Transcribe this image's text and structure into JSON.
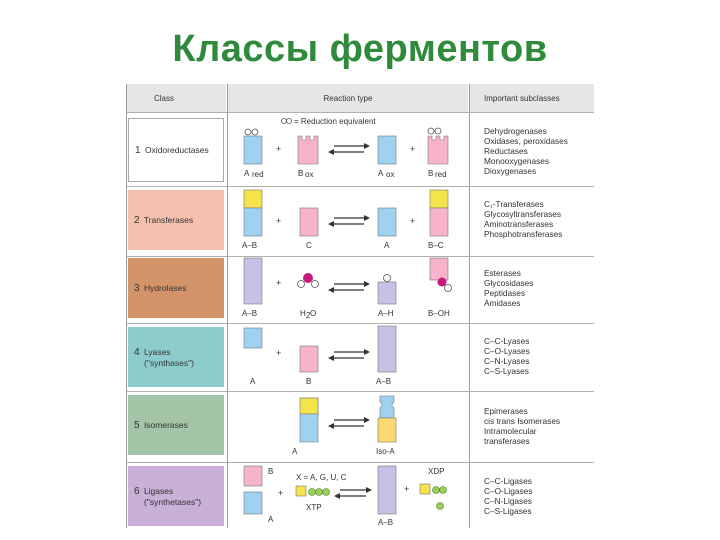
{
  "title": "Классы ферментов",
  "header": {
    "col1": "Class",
    "col2": "Reaction type",
    "col3": "Important subclasses"
  },
  "legend": "= Reduction equivalent",
  "classes": [
    {
      "num": "1",
      "name": "Oxidoreductases",
      "sub": "",
      "color": "#ffffff",
      "labels": [
        "A",
        "red",
        "B",
        "ox",
        "A",
        "ox",
        "B",
        "red"
      ],
      "subclasses": [
        "Dehydrogenases",
        "Oxidases, peroxidases",
        "Reductases",
        "Monooxygenases",
        "Dioxygenases"
      ]
    },
    {
      "num": "2",
      "name": "Transferases",
      "sub": "",
      "color": "#f5c0ae",
      "labels": [
        "A–B",
        "C",
        "A",
        "B–C"
      ],
      "subclasses": [
        "C₁-Transferases",
        "Glycosyltransferases",
        "Aminotransferases",
        "Phosphotransferases"
      ]
    },
    {
      "num": "3",
      "name": "Hydrolases",
      "sub": "",
      "color": "#d4946a",
      "labels": [
        "A–B",
        "H",
        "2",
        "O",
        "A–H",
        "B–OH"
      ],
      "subclasses": [
        "Esterases",
        "Glycosidases",
        "Peptidases",
        "Amidases"
      ]
    },
    {
      "num": "4",
      "name": "Lyases",
      "sub": "(\"synthases\")",
      "color": "#8dcccc",
      "labels": [
        "A",
        "B",
        "A–B"
      ],
      "subclasses": [
        "C–C-Lyases",
        "C–O-Lyases",
        "C–N-Lyases",
        "C–S-Lyases"
      ]
    },
    {
      "num": "5",
      "name": "Isomerases",
      "sub": "",
      "color": "#a3c4a6",
      "labels": [
        "A",
        "Iso-A"
      ],
      "subclasses": [
        "Epimerases",
        "cis trans Isomerases",
        "Intramolecular",
        "transferases"
      ]
    },
    {
      "num": "6",
      "name": "Ligases",
      "sub": "(\"synthetases\")",
      "color": "#c9b0d6",
      "labels": [
        "B",
        "A",
        "X = A, G, U, C",
        "XTP",
        "XDP",
        "A–B"
      ],
      "subclasses": [
        "C–C-Ligases",
        "C–O-Ligases",
        "C–N-Ligases",
        "C–S-Ligases"
      ]
    }
  ],
  "colors": {
    "title": "#2f8a3c",
    "blue": "#9fd1f0",
    "pink": "#f7b3cc",
    "violet": "#c6c2e6",
    "yellow": "#f4e34a",
    "magenta": "#c8197e",
    "green": "#9ccf58"
  }
}
